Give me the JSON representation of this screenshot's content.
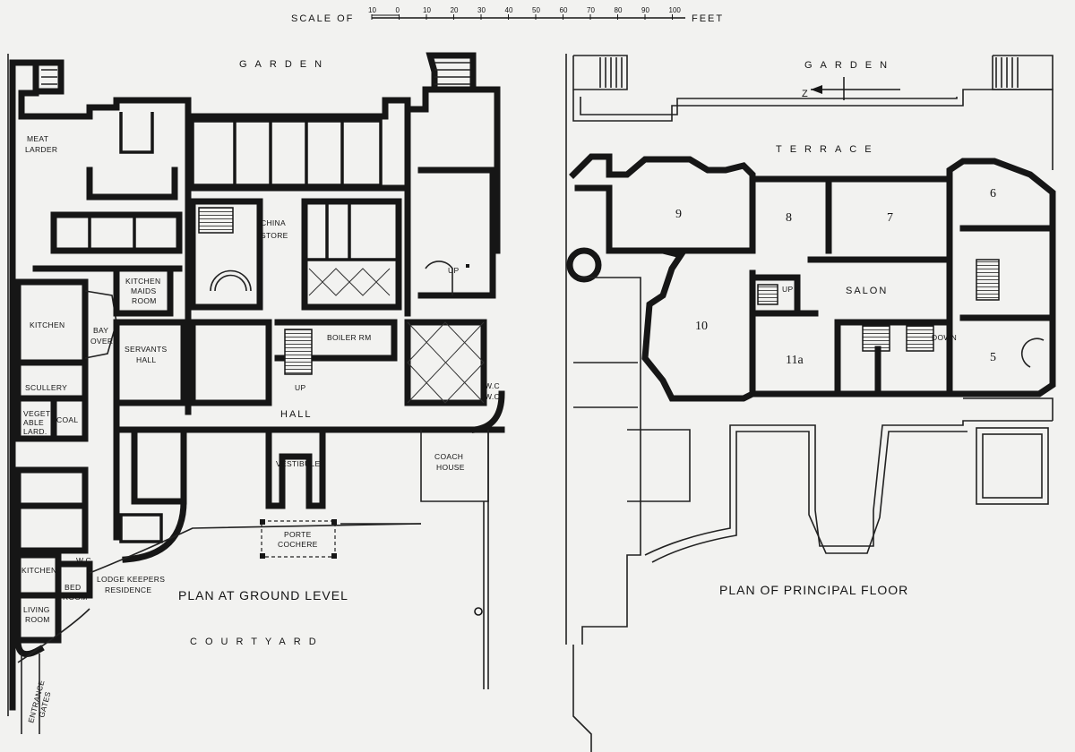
{
  "scale": {
    "prefix": "SCALE OF",
    "suffix": "FEET",
    "ticks": [
      "10",
      "0",
      "10",
      "20",
      "30",
      "40",
      "50",
      "60",
      "70",
      "80",
      "90",
      "100"
    ]
  },
  "ground_plan": {
    "title": "PLAN AT GROUND LEVEL",
    "garden": "GARDEN",
    "courtyard": "COURTYARD",
    "rooms": {
      "meat_larder_1": "MEAT",
      "meat_larder_2": "LARDER",
      "china_store_1": "CHINA",
      "china_store_2": "STORE",
      "kitchen_maids_1": "KITCHEN",
      "kitchen_maids_2": "MAIDS",
      "kitchen_maids_3": "ROOM",
      "kitchen": "KITCHEN",
      "bay_over_1": "BAY",
      "bay_over_2": "OVER",
      "servants_hall_1": "SERVANTS",
      "servants_hall_2": "HALL",
      "boiler_rm": "BOILER  RM",
      "scullery": "SCULLERY",
      "vegetable_1": "VEGET",
      "vegetable_2": "ABLE",
      "vegetable_3": "LARD.",
      "coal": "COAL",
      "hall": "HALL",
      "up_hall": "UP",
      "up_stair": "UP",
      "wc_1": "W.C",
      "wc_2": "W.C",
      "vestibule": "VESTIBULE",
      "coach_house_1": "COACH",
      "coach_house_2": "HOUSE",
      "porte_cochere_1": "PORTE",
      "porte_cochere_2": "COCHERE",
      "lodge_kitchen": "KITCHEN",
      "lodge_wc": "W.C",
      "bed_room_1": "BED",
      "bed_room_2": "ROOM",
      "lodge_keepers_1": "LODGE KEEPERS",
      "lodge_keepers_2": "RESIDENCE",
      "living_room_1": "LIVING",
      "living_room_2": "ROOM",
      "entrance_gates_1": "ENTRANCE",
      "entrance_gates_2": "GATES"
    }
  },
  "principal_plan": {
    "title": "PLAN OF PRINCIPAL FLOOR",
    "garden": "GARDEN",
    "terrace": "TERRACE",
    "north": "Z",
    "rooms": {
      "r9": "9",
      "r8": "8",
      "r7": "7",
      "r6": "6",
      "r10": "10",
      "r11a": "11a",
      "r5": "5",
      "salon": "SALON",
      "down": "DOWN",
      "up": "UP"
    }
  }
}
